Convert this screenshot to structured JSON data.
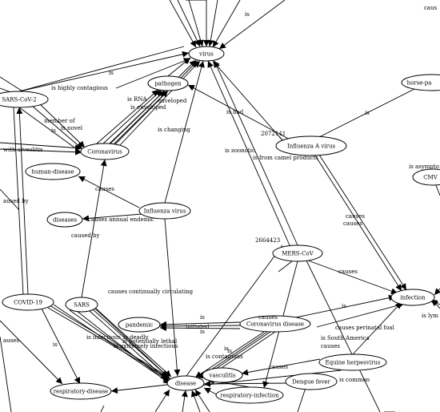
{
  "graph": {
    "nodes": {
      "virus": "virus",
      "pathogen": "pathogen",
      "sars_cov_2": "SARS-CoV-2",
      "coronavirus": "Coronavirus",
      "human_disease": "human-disease",
      "diseases": "diseases",
      "influenza_virus": "Influenza virus",
      "influenza_a": "Influenza A virus",
      "horse_pa": "horse-pa",
      "cmv": "CMV",
      "mers_cov": "MERS-CoV",
      "infection": "infection",
      "covid_19": "COVID-19",
      "sars": "SARS",
      "pandemic": "pandemic",
      "coronavirus_disease": "Coronavirus disease",
      "equine_herpesvirus": "Equine herpesvirus",
      "dengue_fever": "Dengue fever",
      "vasculitis": "vasculitis",
      "disease": "disease",
      "respiratory_disease": "respiratory-disease",
      "respiratory_infection": "respiratory-infection"
    },
    "edge_labels": {
      "l_caus_top": "caus",
      "l_is_top": "is",
      "l_is_virus": "is",
      "l_is_highly": "is highly contagious",
      "l_is_rna": "is RNA",
      "l_is_enveloped1": "is enveloped",
      "l_is_enveloped2": "enveloped",
      "l_is_horse": "is",
      "l_is_bad": "is bad",
      "l_2072141": "2072141",
      "l_member_of": "member of",
      "l_is_novel": "is novel",
      "l_is_left": "is",
      "l_is_changing": "is changing",
      "l_is_zoonotic": "is zoonotic",
      "l_from_camel": "is from camel products",
      "l_is_asympto": "is asympto",
      "l_with_alveolitis": "with alveolitis",
      "l_causes_hd": "causes",
      "l_aused_by": "aused by",
      "l_causes_annual": "causes annual endemic",
      "l_caused_by": "caused by",
      "l_causes_inf1": "causes",
      "l_causes_inf2": "causes",
      "l_2664423": "2664423",
      "l_causes_mers": "causes",
      "l_causes_circ": "causes continually circulating",
      "l_is_inf": "is",
      "l_is_lym": "is lym",
      "l_causes_cd": "causes",
      "l_is_pand1": "is",
      "l_initiated": "initiated",
      "l_is_pand2": "is",
      "l_causes_perinatal": "causes perinatal foal",
      "l_is_south_america": "is South America",
      "l_causes_eq": "causes",
      "l_is_infectious": "is infectious",
      "l_is_deadly": "is deadly",
      "l_is_potentially_lethal": "is potentially lethal",
      "l_is_extremely_infectious": "is extremely infectious",
      "l_is_contagious": "is contagious",
      "l_is_cd1": "is",
      "l_is_cd2": "is",
      "l_causes_vasc": "causes",
      "l_is_common": "is common",
      "l_auses": "auses",
      "l_is_rd": "is"
    }
  }
}
